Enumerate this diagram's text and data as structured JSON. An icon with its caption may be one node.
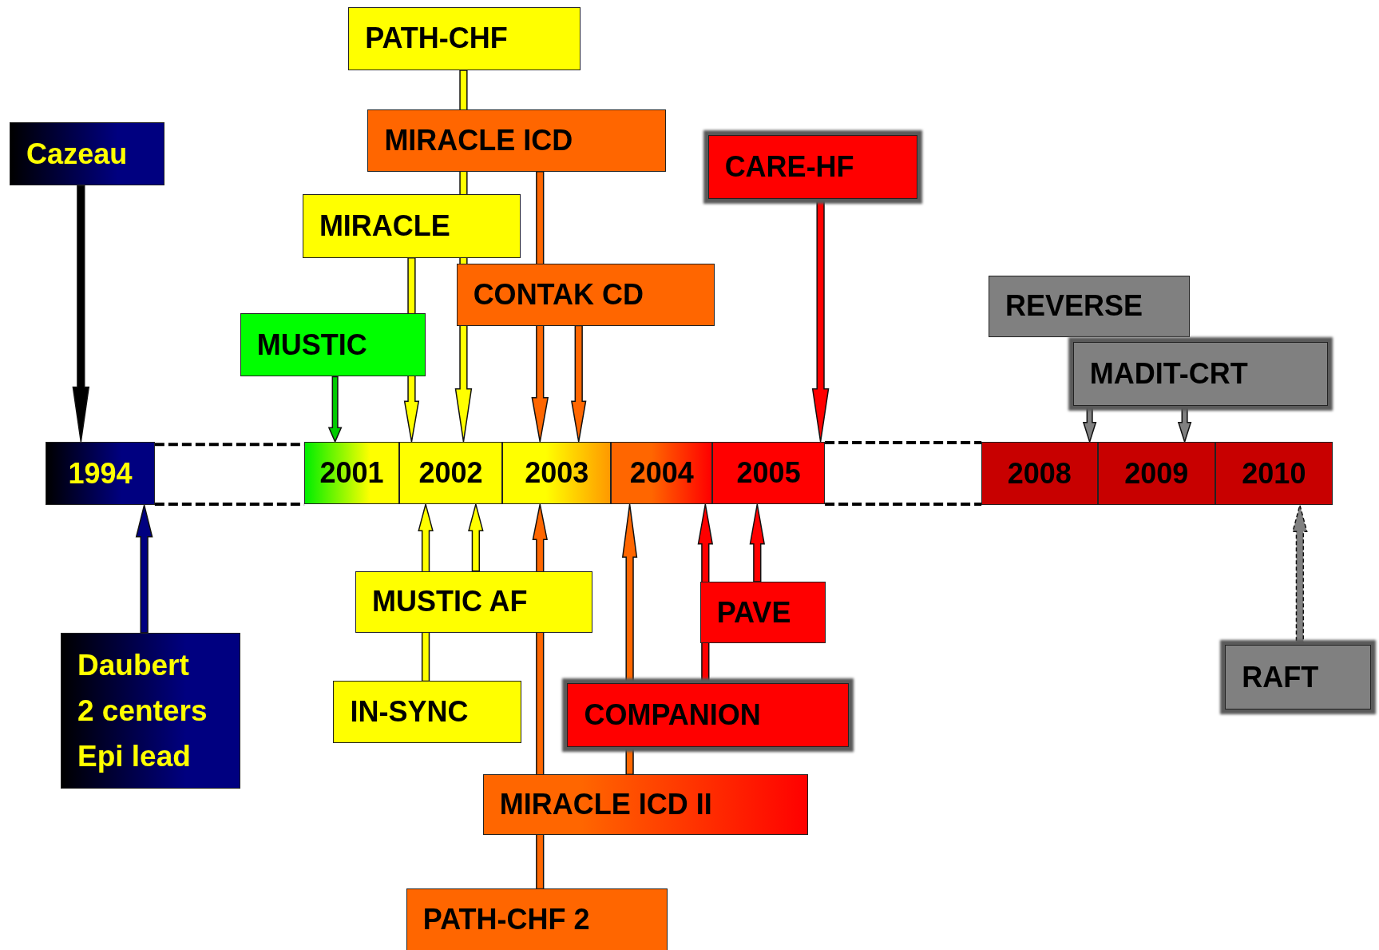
{
  "diagram": {
    "nodes": [
      {
        "text": [
          "PATH-CHF"
        ]
      },
      {
        "text": [
          "Cazeau"
        ]
      },
      {
        "text": [
          "MIRACLE ICD"
        ]
      },
      {
        "text": [
          "CARE-HF"
        ]
      },
      {
        "text": [
          "MIRACLE"
        ]
      },
      {
        "text": [
          "CONTAK CD"
        ]
      },
      {
        "text": [
          "REVERSE"
        ]
      },
      {
        "text": [
          "MUSTIC"
        ]
      },
      {
        "text": [
          "MADIT-CRT"
        ]
      },
      {
        "text": [
          "1994"
        ]
      },
      {
        "text": [
          "2001"
        ]
      },
      {
        "text": [
          "2002"
        ]
      },
      {
        "text": [
          "2003"
        ]
      },
      {
        "text": [
          "2004"
        ]
      },
      {
        "text": [
          "2005"
        ]
      },
      {
        "text": [
          "2008"
        ]
      },
      {
        "text": [
          "2009"
        ]
      },
      {
        "text": [
          "2010"
        ]
      },
      {
        "text": [
          "Daubert 2 centers Epi lead"
        ]
      },
      {
        "text": [
          "MUSTIC AF"
        ]
      },
      {
        "text": [
          "PAVE"
        ]
      },
      {
        "text": [
          "RAFT"
        ]
      },
      {
        "text": [
          "IN-SYNC"
        ]
      },
      {
        "text": [
          "COMPANION"
        ]
      },
      {
        "text": [
          "MIRACLE ICD II"
        ]
      },
      {
        "text": [
          "PATH-CHF 2"
        ]
      }
    ],
    "edges": [
      {
        "from": 1,
        "to": 9,
        "arrow": "to",
        "color": "#000000"
      },
      {
        "from": 18,
        "to": 9,
        "arrow": "to",
        "color": "#000080"
      },
      {
        "from": 0,
        "to": 11,
        "arrow": "to",
        "color": "#ffff00"
      },
      {
        "from": 2,
        "to": 12,
        "arrow": "to",
        "color": "#ff6600"
      },
      {
        "from": 4,
        "to": 11,
        "arrow": "to",
        "color": "#ffff00"
      },
      {
        "from": 5,
        "to": 12,
        "arrow": "to",
        "color": "#ff6600"
      },
      {
        "from": 7,
        "to": 10,
        "arrow": "to",
        "color": "#00cc00"
      },
      {
        "from": 3,
        "to": 14,
        "arrow": "to",
        "color": "#ff0000"
      },
      {
        "from": 8,
        "to": 15,
        "arrow": "to",
        "color": "#808080"
      },
      {
        "from": 8,
        "to": 16,
        "arrow": "to",
        "color": "#808080"
      },
      {
        "from": 19,
        "to": 11,
        "arrow": "to",
        "color": "#ffff00"
      },
      {
        "from": 22,
        "to": 11,
        "arrow": "to",
        "color": "#ffff00"
      },
      {
        "from": 25,
        "to": 12,
        "arrow": "to",
        "color": "#ff6600"
      },
      {
        "from": 24,
        "to": 13,
        "arrow": "to",
        "color": "#ff6600"
      },
      {
        "from": 23,
        "to": 13,
        "arrow": "to",
        "color": "#ff0000"
      },
      {
        "from": 20,
        "to": 14,
        "arrow": "to",
        "color": "#ff0000"
      },
      {
        "from": 21,
        "to": 17,
        "arrow": "to",
        "style": "dashed",
        "color": "#808080"
      },
      {
        "from": 9,
        "to": 10,
        "arrow": "none",
        "style": "dashed"
      },
      {
        "from": 9,
        "to": 10,
        "arrow": "none",
        "style": "dashed"
      },
      {
        "from": 14,
        "to": 15,
        "arrow": "none",
        "style": "dashed"
      },
      {
        "from": 14,
        "to": 15,
        "arrow": "none",
        "style": "dashed"
      }
    ]
  }
}
